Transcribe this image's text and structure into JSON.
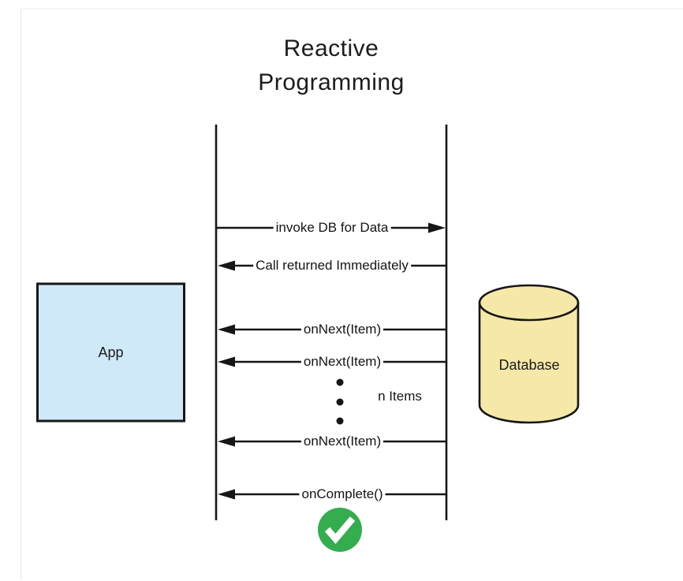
{
  "title": {
    "line1": "Reactive",
    "line2": "Programming"
  },
  "actors": {
    "app": {
      "label": "App",
      "fill": "#cfe9f8"
    },
    "database": {
      "label": "Database",
      "fill": "#f6e8a7"
    }
  },
  "messages": [
    {
      "label": "invoke DB for Data",
      "direction": "right",
      "from": "App",
      "to": "Database"
    },
    {
      "label": "Call returned Immediately",
      "direction": "left",
      "from": "Database",
      "to": "App"
    },
    {
      "label": "onNext(Item)",
      "direction": "left",
      "from": "Database",
      "to": "App"
    },
    {
      "label": "onNext(Item)",
      "direction": "left",
      "from": "Database",
      "to": "App"
    },
    {
      "label": "onNext(Item)",
      "direction": "left",
      "from": "Database",
      "to": "App"
    },
    {
      "label": "onComplete()",
      "direction": "left",
      "from": "Database",
      "to": "App"
    }
  ],
  "annotations": {
    "n_items": "n Items"
  },
  "status": {
    "icon": "check-circle-icon",
    "color": "#34ad4e"
  },
  "line_color": "#161616"
}
